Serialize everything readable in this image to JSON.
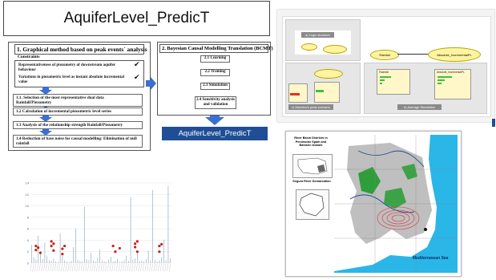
{
  "main_title": "AquiferLevel_PredicT",
  "graphical": {
    "header": "1. Graphical method based on peak events´ analysis",
    "constraints_label": "Constraints",
    "constraints": [
      "Representativeness of piezometry of downstream aquifer behaviour",
      "Variations in piezometric level as instant absolute incremental value"
    ],
    "steps": [
      "1.1. Selection of the most representative dual data Rainfall/Piezometry",
      "1.2 Calculation of incremental piezometric level series",
      "1.3 Analysis of the relationship strength Rainfall/Piezometry",
      "1.4 Reduction of base noise for causal modelling: Elimination of null rainfall"
    ]
  },
  "bcmt": {
    "header": "2. Bayesian Causal Modelling Translation (BCMT)",
    "steps": [
      "2.1 Learning",
      "2.2 Training",
      "2.3 Simulation",
      "2.4 Sensitivity analysis and validation"
    ]
  },
  "output_label": "AquiferLevel_PredicT",
  "network_slide": {
    "label_a": "a) Logic structure",
    "label_b": "b) Average Simulation",
    "label_c": "c) Maximum peak scenario",
    "node_rainfall": "Rainfall",
    "node_abs": "Absolute_IncrementalPL",
    "table_rainfall_title": "Rainfall",
    "table_abs_title": "Absolute_IncrementalPL"
  },
  "map": {
    "legend_title": "River Basin Districts in Peninsular Spain and Balearic Islands",
    "inset_label": "Segura River Demarcation",
    "sea_label": "Mediterranean Sea",
    "colors": {
      "sea": "#2bb6e8",
      "land": "#ffffff",
      "aquifer": "#bfbfbf",
      "green": "#2e9e3a"
    }
  },
  "chart_data": {
    "type": "bar",
    "title": "",
    "xlabel": "",
    "ylabel": "",
    "ylim": [
      0,
      14
    ],
    "y_ticks": [
      "0",
      "2",
      "4",
      "6",
      "8",
      "10",
      "12",
      "14"
    ],
    "bars": [
      3.2,
      1.0,
      0.6,
      4.8,
      2.1,
      0.7,
      3.6,
      1.2,
      0.5,
      0.4,
      0.8,
      0.3,
      0.2,
      5.2,
      1.6,
      0.5,
      0.3,
      0.2,
      0.4,
      2.8,
      6.0,
      0.6,
      0.4,
      0.3,
      9.8,
      0.7,
      0.5,
      1.8,
      0.4,
      0.3,
      0.9,
      2.4,
      0.5,
      0.3,
      0.2,
      0.6,
      1.1,
      0.3,
      0.4,
      0.7,
      0.2,
      0.3,
      0.5,
      1.3,
      0.4,
      11.5,
      0.6,
      0.8,
      1.9,
      0.4,
      0.5,
      0.3,
      0.7,
      2.2,
      0.4,
      12.8,
      0.6,
      0.3,
      0.5,
      1.0,
      4.1,
      0.5,
      13.5,
      0.8
    ],
    "points": [
      {
        "i": 2,
        "y": 3.0
      },
      {
        "i": 2,
        "y": 2.3
      },
      {
        "i": 3,
        "y": 2.7
      },
      {
        "i": 4,
        "y": 1.8
      },
      {
        "i": 9,
        "y": 3.8
      },
      {
        "i": 9,
        "y": 3.0
      },
      {
        "i": 10,
        "y": 3.4
      },
      {
        "i": 10,
        "y": 2.2
      },
      {
        "i": 14,
        "y": 2.5
      },
      {
        "i": 14,
        "y": 1.6
      },
      {
        "i": 15,
        "y": 3.0
      },
      {
        "i": 37,
        "y": 3.0
      },
      {
        "i": 38,
        "y": 2.0
      },
      {
        "i": 40,
        "y": 2.6
      },
      {
        "i": 47,
        "y": 3.4
      },
      {
        "i": 47,
        "y": 2.8
      },
      {
        "i": 48,
        "y": 2.0
      },
      {
        "i": 48,
        "y": 3.8
      },
      {
        "i": 58,
        "y": 3.0
      },
      {
        "i": 58,
        "y": 2.0
      },
      {
        "i": 59,
        "y": 3.3
      }
    ]
  }
}
